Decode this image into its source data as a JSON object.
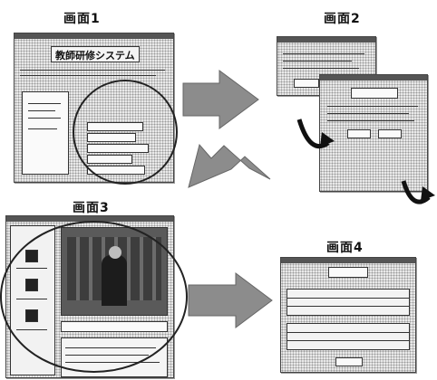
{
  "labels": {
    "screen1": "画面1",
    "screen2": "画面2",
    "screen3": "画面3",
    "screen4": "画面4"
  },
  "screen1": {
    "system_title": "教師研修システム"
  },
  "arrow_color": "#8c8c8c"
}
